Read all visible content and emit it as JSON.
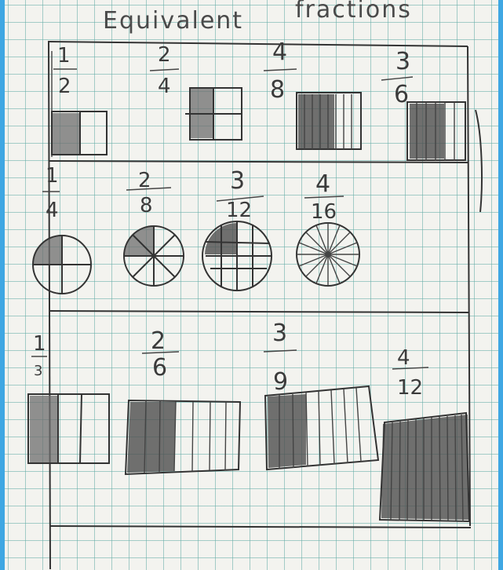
{
  "title": {
    "left": "Equivalent",
    "right": "fractions"
  },
  "rows": [
    {
      "model": "rectangle",
      "fractions": [
        {
          "numerator": "1",
          "denominator": "2"
        },
        {
          "numerator": "2",
          "denominator": "4"
        },
        {
          "numerator": "4",
          "denominator": "8"
        },
        {
          "numerator": "3",
          "denominator": "6"
        }
      ]
    },
    {
      "model": "circle",
      "fractions": [
        {
          "numerator": "1",
          "denominator": "4"
        },
        {
          "numerator": "2",
          "denominator": "8"
        },
        {
          "numerator": "3",
          "denominator": "12"
        },
        {
          "numerator": "4",
          "denominator": "16"
        }
      ]
    },
    {
      "model": "rectangle",
      "fractions": [
        {
          "numerator": "1",
          "denominator": "3"
        },
        {
          "numerator": "2",
          "denominator": "6"
        },
        {
          "numerator": "3",
          "denominator": "9"
        },
        {
          "numerator": "4",
          "denominator": "12"
        }
      ]
    }
  ],
  "colors": {
    "background": "#3fa7e3",
    "paper": "#f3f3ef",
    "grid": "#60aaa5",
    "pencil": "#3b3b3b"
  }
}
